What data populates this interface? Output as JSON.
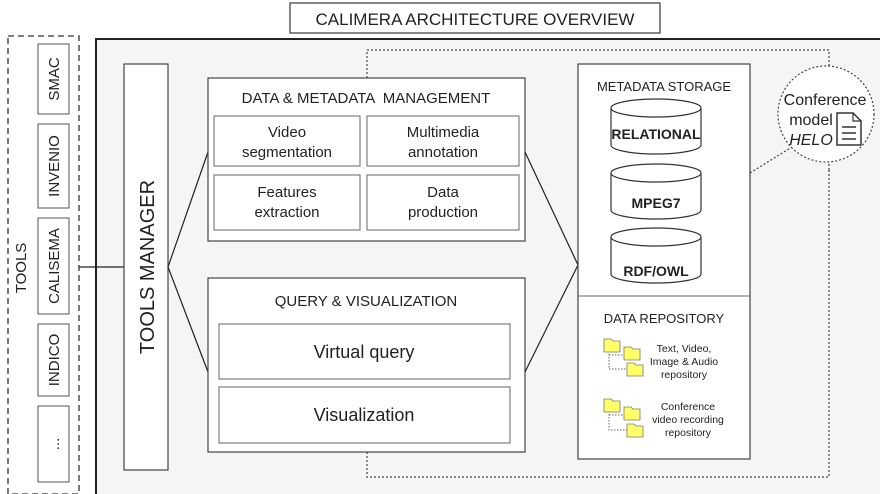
{
  "title": "CALIMERA ARCHITECTURE OVERVIEW",
  "tools": {
    "label": "TOOLS",
    "items": [
      "SMAC",
      "INVENIO",
      "CALISEMA",
      "INDICO",
      "..."
    ]
  },
  "tools_manager": "TOOLS MANAGER",
  "data_metadata": {
    "title": "DATA & METADATA  MANAGEMENT",
    "cells": [
      {
        "line1": "Video",
        "line2": "segmentation"
      },
      {
        "line1": "Multimedia",
        "line2": "annotation"
      },
      {
        "line1": "Features",
        "line2": "extraction"
      },
      {
        "line1": "Data",
        "line2": "production"
      }
    ]
  },
  "query_vis": {
    "title": "QUERY & VISUALIZATION",
    "items": [
      "Virtual query",
      "Visualization"
    ]
  },
  "metadata_storage": {
    "title": "METADATA STORAGE",
    "dbs": [
      "RELATIONAL",
      "MPEG7",
      "RDF/OWL"
    ]
  },
  "data_repository": {
    "title": "DATA REPOSITORY",
    "repo1": [
      "Text, Video,",
      "Image & Audio",
      "repository"
    ],
    "repo2": [
      "Conference",
      "video recording",
      "repository"
    ]
  },
  "conference_model": {
    "line1": "Conference",
    "line2": "model",
    "line3": "HELO"
  },
  "colors": {
    "panel_bg": "#f4f4f4",
    "folder": "#ffff66",
    "stroke": "#333333"
  }
}
